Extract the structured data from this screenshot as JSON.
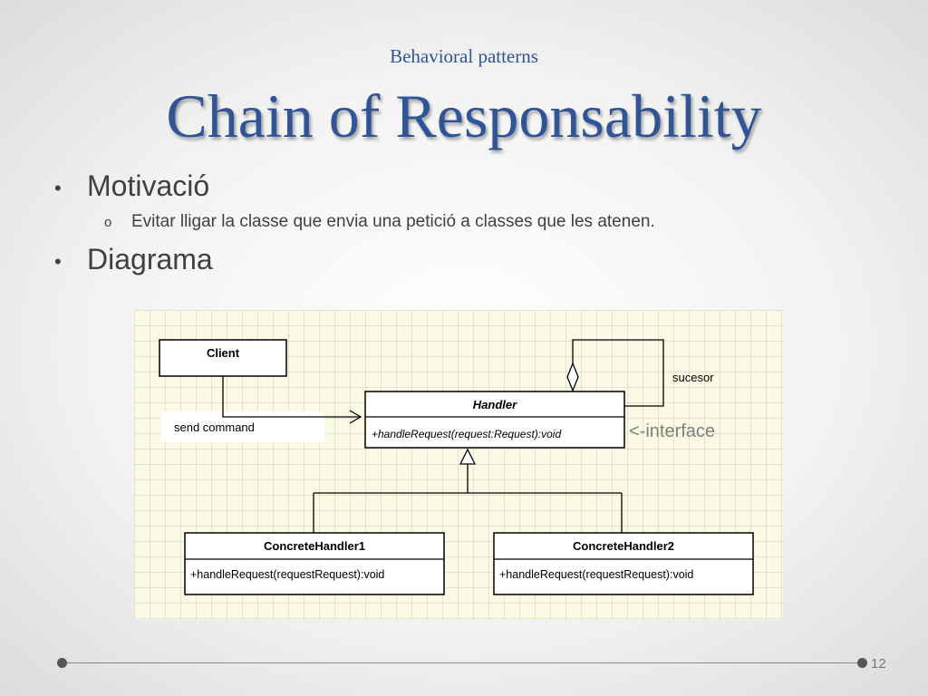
{
  "slide": {
    "supertitle": "Behavioral patterns",
    "title": "Chain of Responsability",
    "bullets": [
      {
        "text": "Motivació",
        "sub": [
          "Evitar lligar la classe que envia una petició a classes que les atenen."
        ]
      },
      {
        "text": "Diagrama"
      }
    ],
    "page_number": "12"
  },
  "diagram": {
    "classes": {
      "client": {
        "name": "Client"
      },
      "handler": {
        "name": "Handler",
        "method": "+handleRequest(request:Request):void"
      },
      "concrete1": {
        "name": "ConcreteHandler1",
        "method": "+handleRequest(requestRequest):void"
      },
      "concrete2": {
        "name": "ConcreteHandler2",
        "method": "+handleRequest(requestRequest):void"
      }
    },
    "labels": {
      "send": "send command",
      "successor": "sucesor",
      "interface_note": "<-interface"
    }
  },
  "colors": {
    "accent": "#2f5597",
    "grid_bg": "#fbfbe5",
    "grid_line": "#c9c9c9"
  }
}
